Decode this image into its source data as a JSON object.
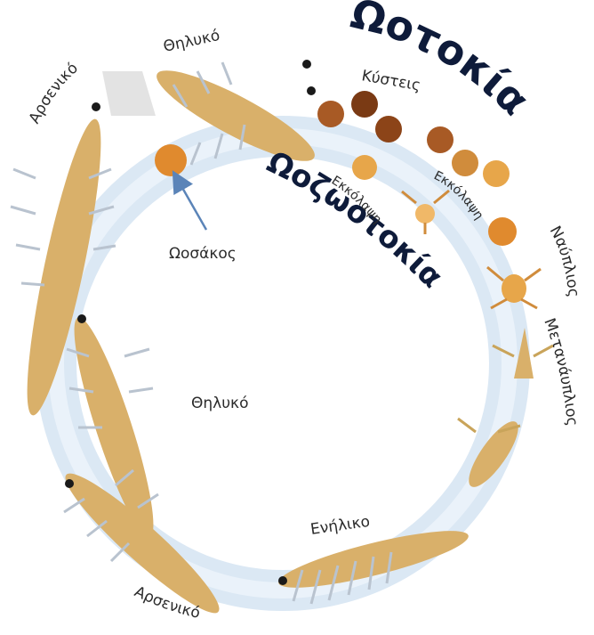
{
  "labels": {
    "title_oviparous": "Ωοτοκία",
    "title_ovoviviparous": "Ωοζωοτοκία",
    "cysts": "Κύστεις",
    "hatching_1": "Εκκόλαψη",
    "hatching_2": "Εκκόλαψη",
    "nauplius": "Ναύπλιος",
    "metanauplius": "Μετανάυπλιος",
    "adult": "Ενήλικο",
    "male_top": "Αρσενικό",
    "female_top": "Θηλυκό",
    "brood_sac": "Ωοσάκος",
    "female_mid": "Θηλυκό",
    "male_bottom": "Αρσενικό"
  },
  "colors": {
    "cycle_band": "#dbe8f4",
    "shrimp_body": "#c9a45a",
    "cyst_dark": "#7a3a14",
    "cyst_mid": "#a85a25",
    "hatch_orange": "#e7a64a",
    "title_dark": "#0e1b3a"
  }
}
